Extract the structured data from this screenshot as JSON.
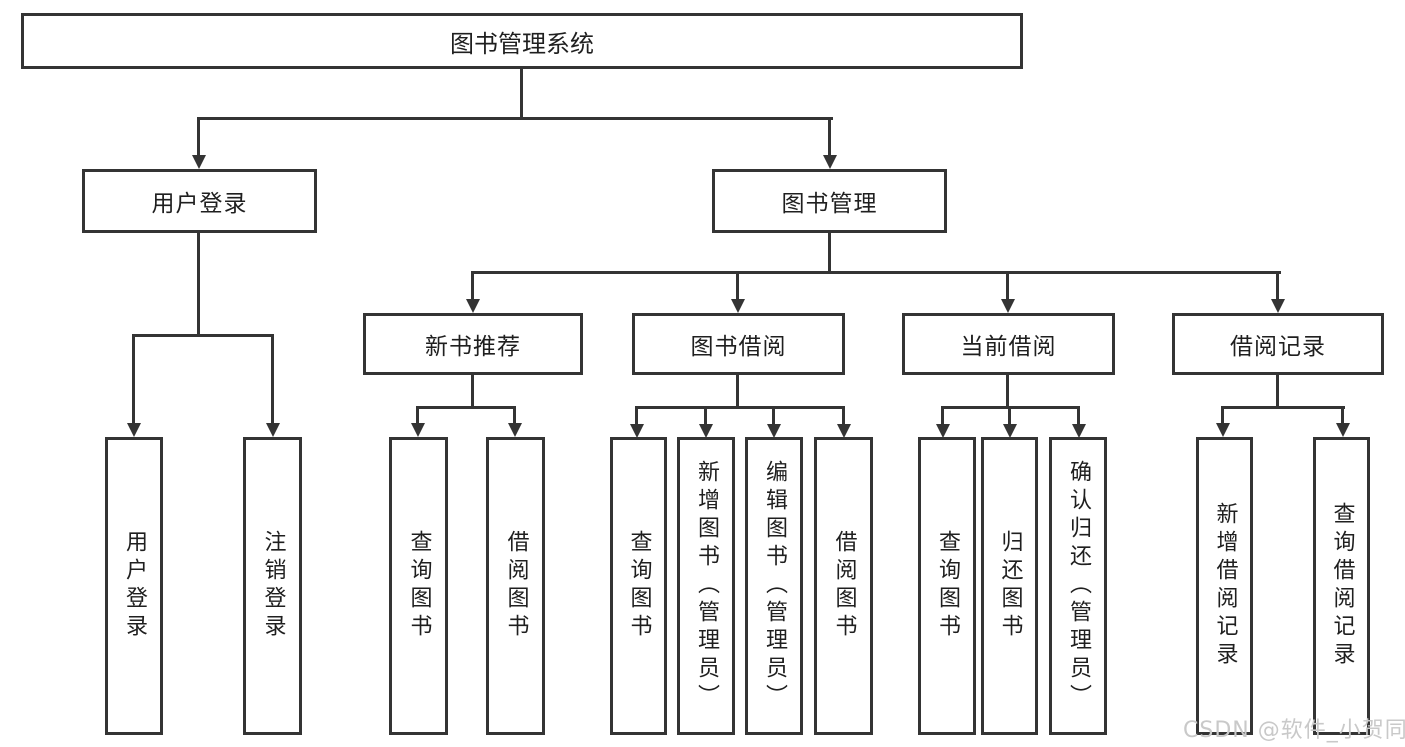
{
  "diagram": {
    "root": {
      "label": "图书管理系统"
    },
    "branches": {
      "user_login": {
        "label": "用户登录",
        "children": [
          "用户登录",
          "注销登录"
        ]
      },
      "book_mgmt": {
        "label": "图书管理",
        "children": {
          "new_book_rec": {
            "label": "新书推荐",
            "children": [
              "查询图书",
              "借阅图书"
            ]
          },
          "book_borrow": {
            "label": "图书借阅",
            "children": [
              "查询图书",
              "新增图书（管理员）",
              "编辑图书（管理员）",
              "借阅图书"
            ]
          },
          "current_borrow": {
            "label": "当前借阅",
            "children": [
              "查询图书",
              "归还图书",
              "确认归还（管理员）"
            ]
          },
          "borrow_record": {
            "label": "借阅记录",
            "children": [
              "新增借阅记录",
              "查询借阅记录"
            ]
          }
        }
      }
    }
  },
  "watermark": "CSDN @软件_小贺同学",
  "colors": {
    "line": "#343434",
    "text": "#1f1f1f",
    "background": "#ffffff",
    "watermark": "#c9c9c9"
  }
}
